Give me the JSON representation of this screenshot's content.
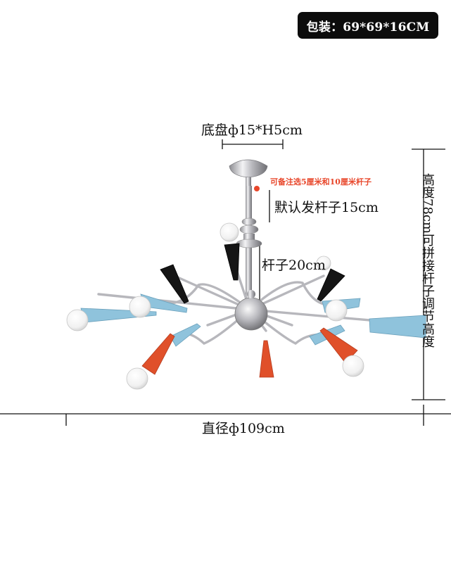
{
  "package_label": "包装：69*69*16CM",
  "dimensions": {
    "base": "底盘ф15*H5cm",
    "option_note": "可备注选5厘米和10厘米杆子",
    "default_rod": "默认发杆子15cm",
    "rod": "杆子20cm",
    "height": "高度78cm可拼接杆子调节高度",
    "diameter": "直径ф109cm"
  },
  "colors": {
    "background": "#ffffff",
    "badge": "#0c0c0c",
    "note_red": "#e8462a",
    "chrome": "#c9c9cc",
    "blue_shade": "#8fc3dc",
    "orange_shade": "#e0502a",
    "black_shade": "#151515"
  }
}
